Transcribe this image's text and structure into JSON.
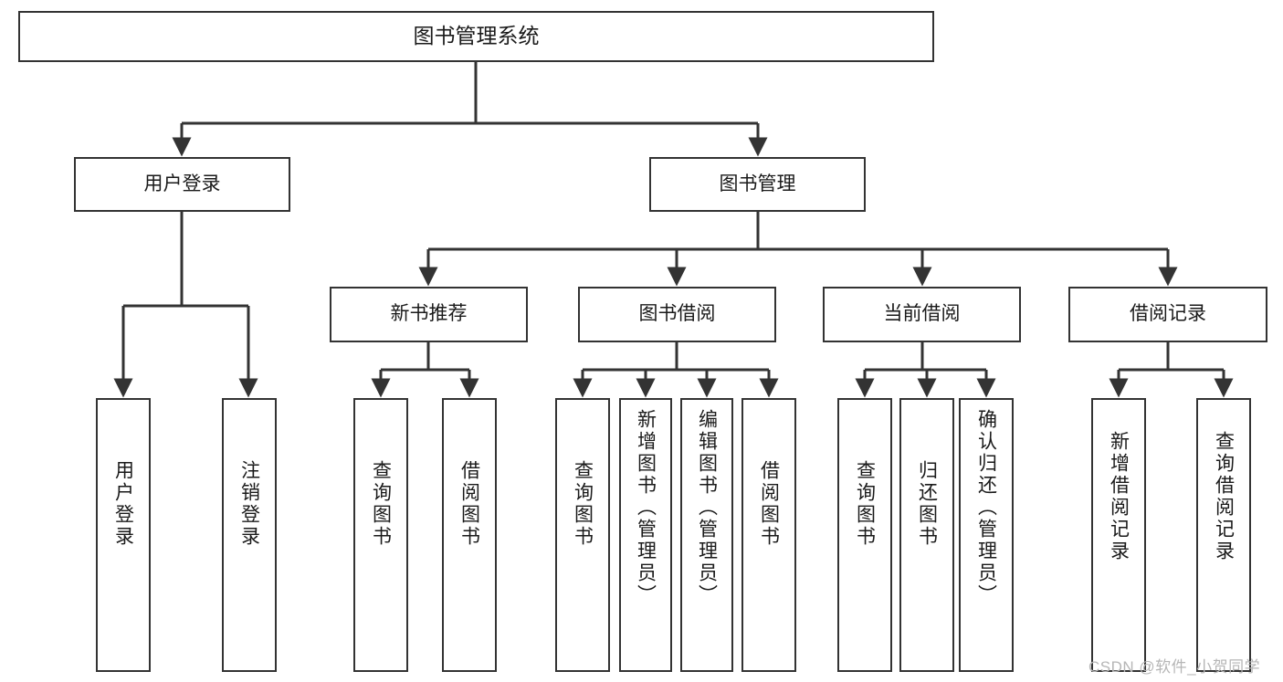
{
  "diagram": {
    "title": "图书管理系统",
    "type": "hierarchy-tree",
    "watermark": "CSDN @软件_小贺同学",
    "colors": {
      "stroke": "#333333",
      "fill": "#ffffff",
      "text": "#1a1a1a",
      "watermark": "#b6b6b6"
    },
    "nodes": {
      "root": {
        "label": "图书管理系统"
      },
      "tier1": [
        {
          "id": "user-login",
          "label": "用户登录"
        },
        {
          "id": "book-manage",
          "label": "图书管理"
        }
      ],
      "tier2": [
        {
          "id": "new-book-rec",
          "label": "新书推荐"
        },
        {
          "id": "book-borrow",
          "label": "图书借阅"
        },
        {
          "id": "current-borrow",
          "label": "当前借阅"
        },
        {
          "id": "borrow-record",
          "label": "借阅记录"
        }
      ],
      "leaves": [
        {
          "id": "leaf-user-login",
          "label": "用户登录",
          "parent": "user-login"
        },
        {
          "id": "leaf-logout",
          "label": "注销登录",
          "parent": "user-login"
        },
        {
          "id": "leaf-query-book-1",
          "label": "查询图书",
          "parent": "new-book-rec"
        },
        {
          "id": "leaf-borrow-book-1",
          "label": "借阅图书",
          "parent": "new-book-rec"
        },
        {
          "id": "leaf-query-book-2",
          "label": "查询图书",
          "parent": "book-borrow"
        },
        {
          "id": "leaf-add-book",
          "label": "新增图书（管理员）",
          "parent": "book-borrow"
        },
        {
          "id": "leaf-edit-book",
          "label": "编辑图书（管理员）",
          "parent": "book-borrow"
        },
        {
          "id": "leaf-borrow-book-2",
          "label": "借阅图书",
          "parent": "book-borrow"
        },
        {
          "id": "leaf-query-book-3",
          "label": "查询图书",
          "parent": "current-borrow"
        },
        {
          "id": "leaf-return-book",
          "label": "归还图书",
          "parent": "current-borrow"
        },
        {
          "id": "leaf-confirm-return",
          "label": "确认归还（管理员）",
          "parent": "current-borrow"
        },
        {
          "id": "leaf-add-record",
          "label": "新增借阅记录",
          "parent": "borrow-record"
        },
        {
          "id": "leaf-query-record",
          "label": "查询借阅记录",
          "parent": "borrow-record"
        }
      ]
    }
  }
}
